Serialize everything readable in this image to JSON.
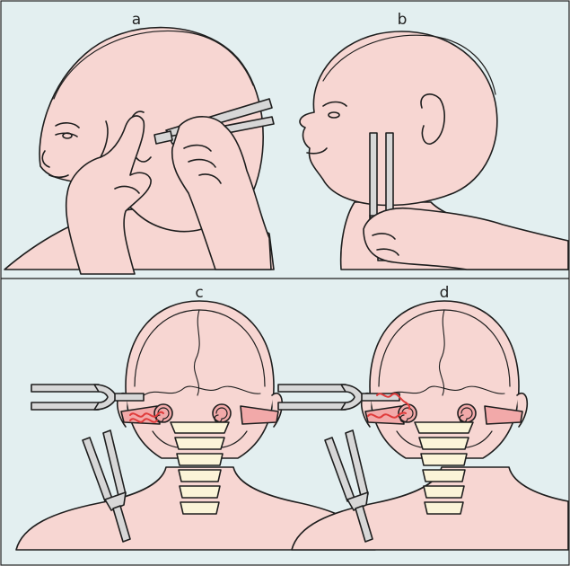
{
  "panels": [
    {
      "id": "a",
      "label": "a"
    },
    {
      "id": "b",
      "label": "b"
    },
    {
      "id": "c",
      "label": "c"
    },
    {
      "id": "d",
      "label": "d"
    }
  ],
  "colors": {
    "background": "#e3eff0",
    "skin": "#f7d6d2",
    "skin_shade": "#eeb9b4",
    "outline": "#1e1e1e",
    "fork_metal": "#d7d7d7",
    "vertebrae": "#fbf4d8",
    "sound_path": "#e03b3b",
    "cochlea_pink": "#f2a9a9"
  },
  "icons": {
    "tool": "tuning-fork-icon"
  }
}
